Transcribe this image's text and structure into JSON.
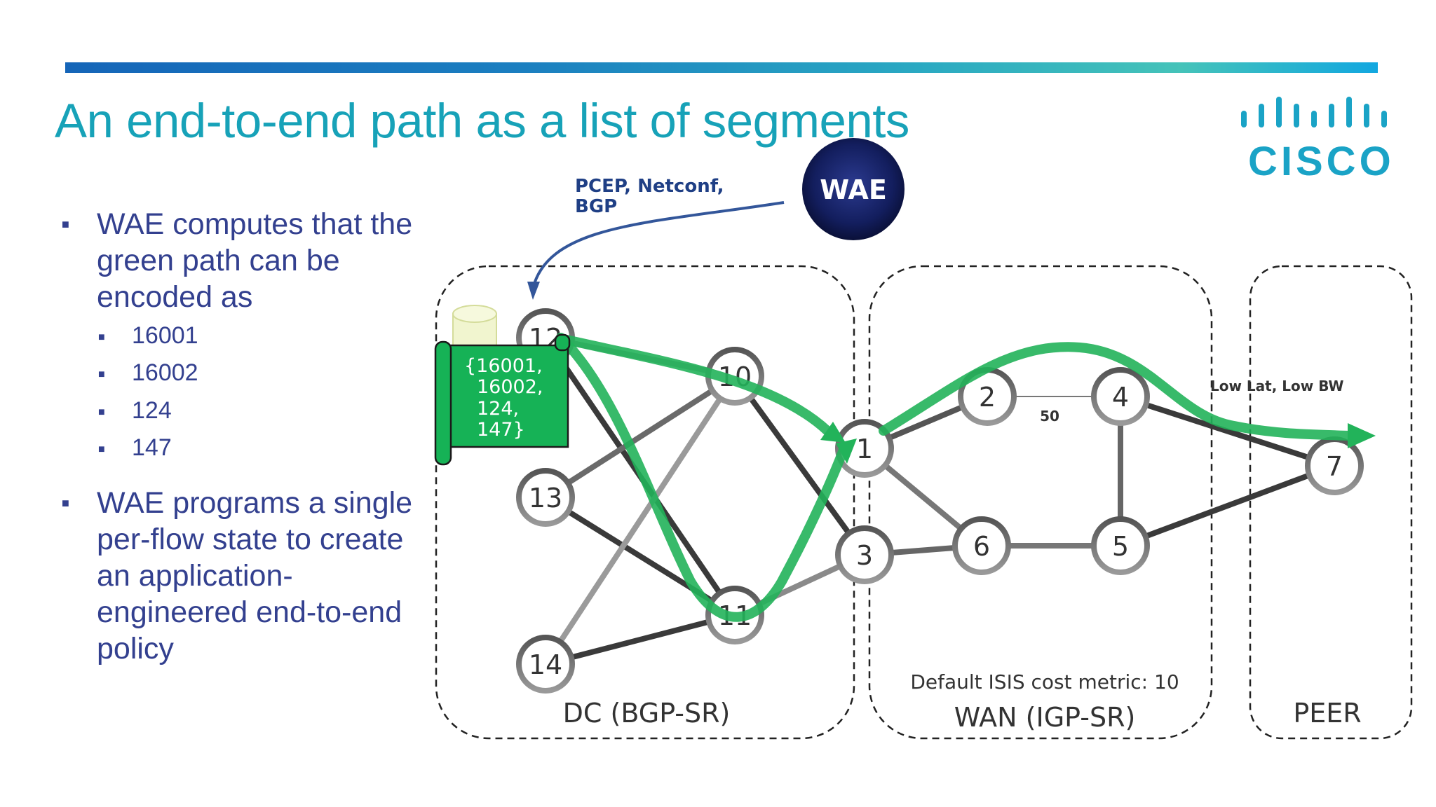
{
  "slide": {
    "title": "An end-to-end path as a list of segments",
    "logo_text": "CISCO",
    "brand_color": "#17a2b8",
    "bullets": [
      {
        "text": "WAE computes that the green path can be encoded as",
        "sub": [
          "16001",
          "16002",
          "124",
          "147"
        ]
      },
      {
        "text": "WAE programs a single per-flow state to create an application-engineered end-to-end policy"
      }
    ]
  },
  "diagram": {
    "controller": {
      "label": "WAE",
      "protocols_line1": "PCEP, Netconf,",
      "protocols_line2": "BGP"
    },
    "segment_list": [
      "{16001,",
      "16002,",
      "124,",
      "147}"
    ],
    "domains": {
      "dc": "DC (BGP-SR)",
      "wan": "WAN (IGP-SR)",
      "peer": "PEER"
    },
    "notes": {
      "metric": "Default ISIS cost metric: 10",
      "link_metric": "50",
      "peer_link": "Low Lat, Low BW"
    },
    "nodes": {
      "n12": "12",
      "n13": "13",
      "n14": "14",
      "n10": "10",
      "n11": "11",
      "n1": "1",
      "n3": "3",
      "n2": "2",
      "n6": "6",
      "n4": "4",
      "n5": "5",
      "n7": "7"
    },
    "path_color": "#22b35a"
  }
}
